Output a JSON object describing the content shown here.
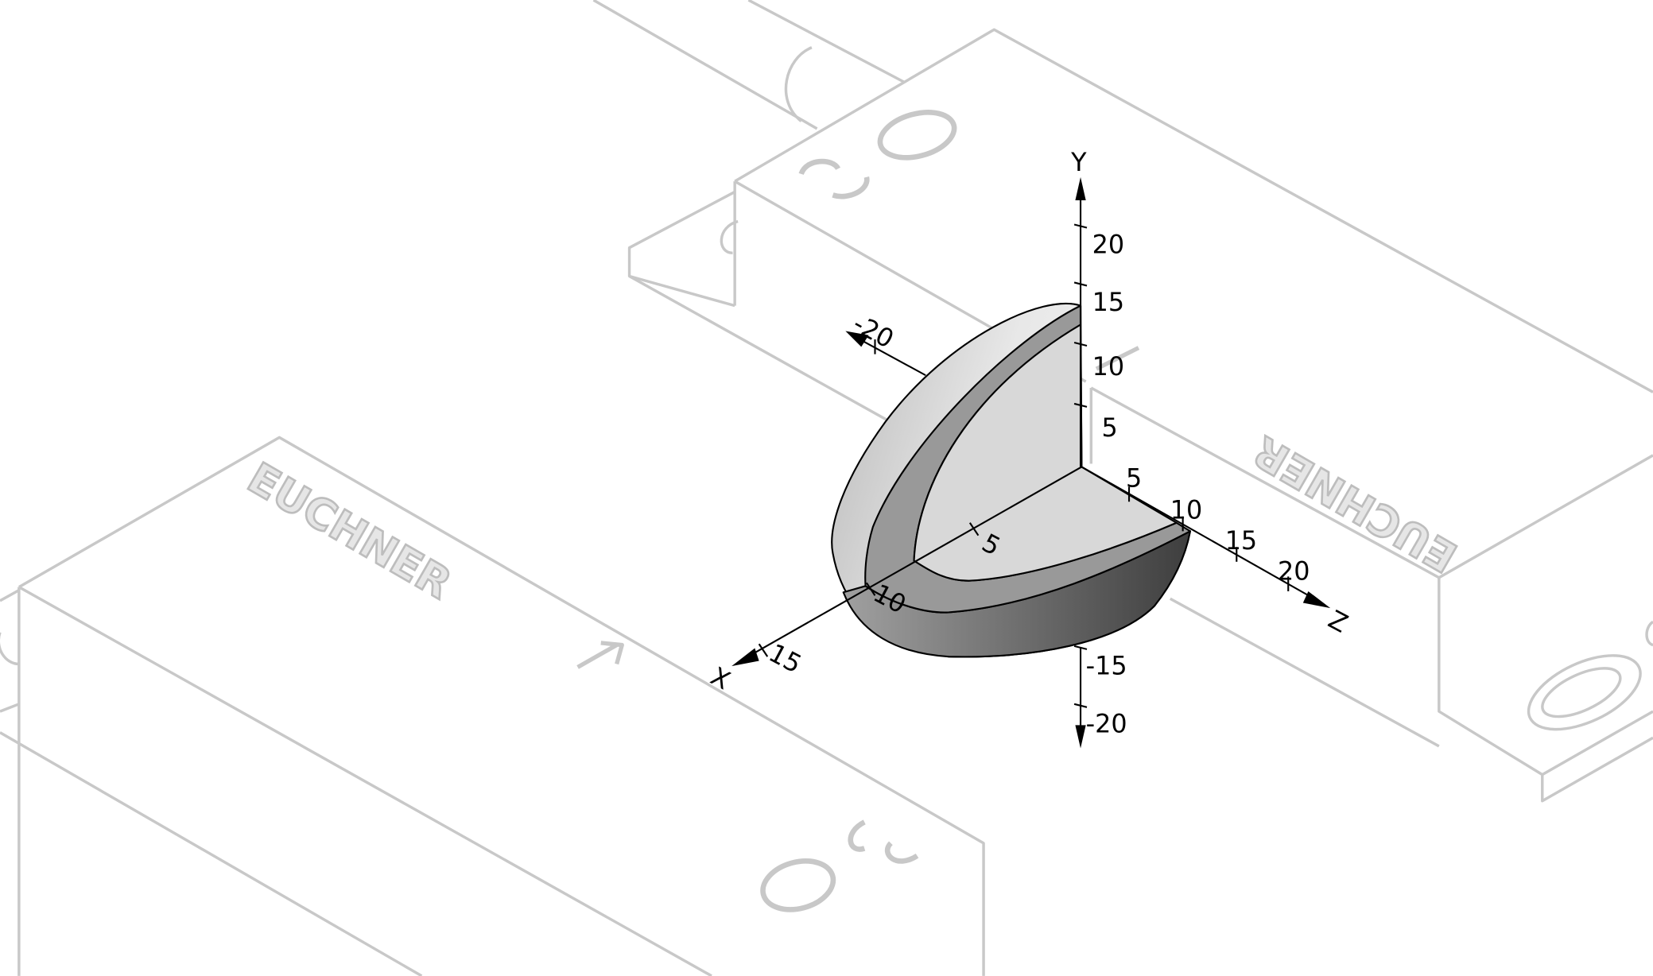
{
  "logos": {
    "brand_left": "EUCHNER",
    "brand_right": "EUCHNER"
  },
  "axes": {
    "x_label": "X",
    "y_label": "Y",
    "z_label": "Z",
    "y_ticks": [
      "20",
      "15",
      "10",
      "5"
    ],
    "y_neg_ticks": [
      "-15",
      "-20"
    ],
    "z_ticks": [
      "5",
      "10",
      "15",
      "20"
    ],
    "x_ticks": [
      "5",
      "10",
      "15"
    ],
    "x_neg_tick": "-20"
  },
  "colors": {
    "background_lines": "#c8c8c8",
    "face": "#d8d8d8",
    "ring": "#999999",
    "shell_dark": "#444444"
  }
}
